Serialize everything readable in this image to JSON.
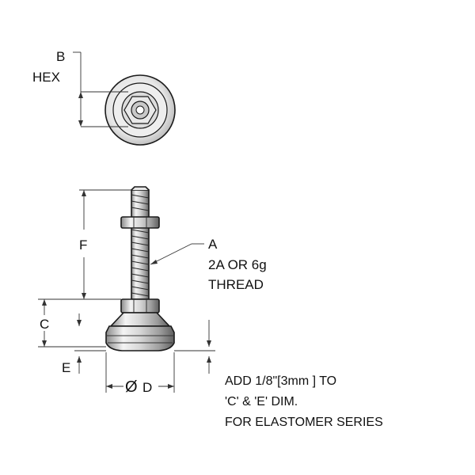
{
  "labels": {
    "b": "B",
    "hex": "HEX",
    "f": "F",
    "c": "C",
    "e": "E",
    "d": "D",
    "dia_symbol": "Ø",
    "a": "A",
    "thread_line1": "2A OR 6g",
    "thread_line2": "THREAD"
  },
  "note": {
    "line1": "ADD 1/8\"[3mm ] TO",
    "line2": "'C' & 'E' DIM.",
    "line3": "FOR ELASTOMER SERIES"
  },
  "colors": {
    "line": "#1a1a1a",
    "metal_light": "#f2f2f2",
    "metal_mid": "#c8c8c8",
    "metal_dark": "#6e6e6e"
  }
}
